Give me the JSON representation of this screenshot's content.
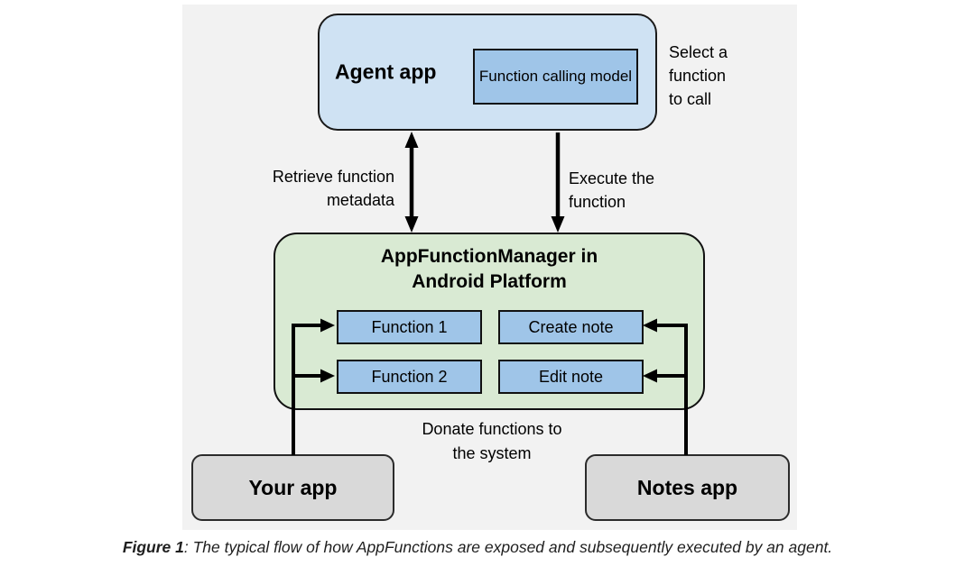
{
  "canvas": {
    "background": "#f2f2f2"
  },
  "agent": {
    "label": "Agent app",
    "model_label": "Function calling model",
    "fill": "#cfe2f3",
    "model_fill": "#9fc5e8",
    "border": "#1a1a1a"
  },
  "annotations": {
    "select_function": "Select a\nfunction\nto call",
    "retrieve_metadata": "Retrieve function\nmetadata",
    "execute_function": "Execute the\nfunction",
    "donate_functions": "Donate functions to\nthe system"
  },
  "manager": {
    "title": "AppFunctionManager in\nAndroid Platform",
    "fill": "#d9ead3",
    "function_fill": "#9fc5e8",
    "functions": [
      {
        "label": "Function 1"
      },
      {
        "label": "Create note"
      },
      {
        "label": "Function 2"
      },
      {
        "label": "Edit note"
      }
    ]
  },
  "apps": {
    "your_app_label": "Your app",
    "notes_app_label": "Notes app",
    "fill": "#d9d9d9"
  },
  "caption": {
    "figure_label": "Figure 1",
    "text": ": The typical flow of how AppFunctions are exposed and subsequently executed by an agent."
  },
  "arrow_color": "#000000"
}
